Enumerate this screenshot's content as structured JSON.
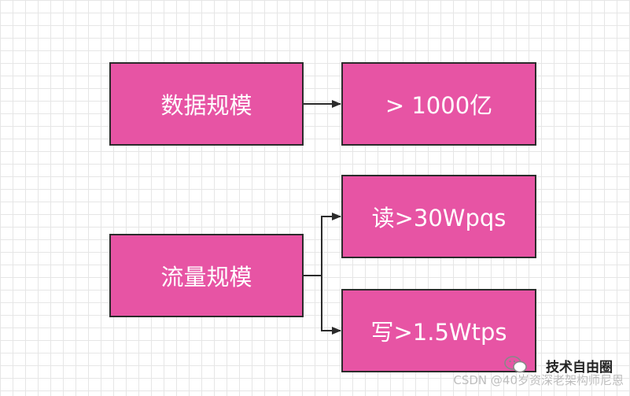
{
  "nodes": {
    "data_scale": "数据规模",
    "data_value": "> 1000亿",
    "traffic_scale": "流量规模",
    "read_value": "读>30Wpqs",
    "write_value": "写>1.5Wtps"
  },
  "watermark": {
    "brand": "技术自由圈",
    "csdn": "CSDN @40岁资深老架构师尼恩"
  },
  "colors": {
    "box_fill": "#e754a4",
    "box_border": "#2b2b2b",
    "arrow": "#2b2b2b"
  }
}
